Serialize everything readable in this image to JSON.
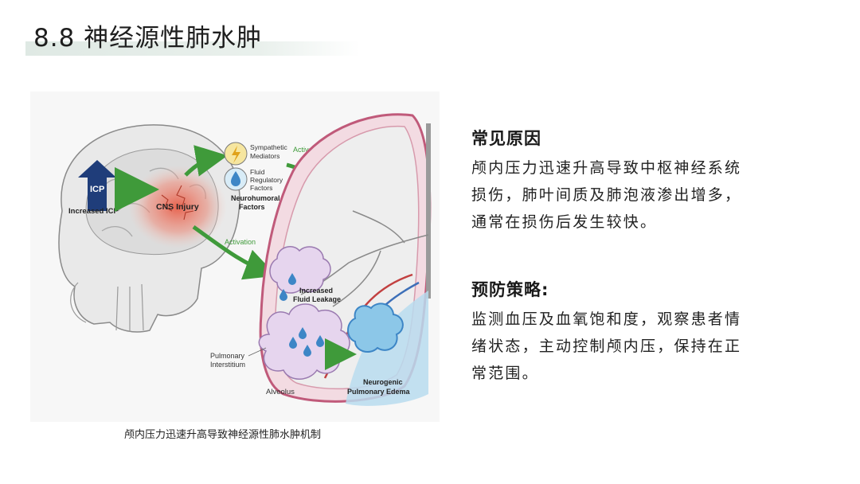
{
  "slide": {
    "title": "8.8 神经源性肺水肿"
  },
  "figure": {
    "caption": "颅内压力迅速升高导致神经源性肺水肿机制",
    "labels": {
      "icp_arrow": "ICP",
      "increased_icp": "Increased ICP",
      "cns_injury": "CNS Injury",
      "activation_top": "Activation",
      "activation_mid": "Activation",
      "sympathetic_line1": "Sympathetic",
      "sympathetic_line2": "Mediators",
      "fluid_line1": "Fluid",
      "fluid_line2": "Regulatory",
      "fluid_line3": "Factors",
      "neurohumoral_line1": "Neurohumoral",
      "neurohumoral_line2": "Factors",
      "leak_line1": "Increased",
      "leak_line2": "Fluid Leakage",
      "interstitium_line1": "Pulmonary",
      "interstitium_line2": "Interstitium",
      "alveolus": "Alveolus",
      "edema_line1": "Neurogenic",
      "edema_line2": "Pulmonary Edema"
    },
    "colors": {
      "icp_arrow": "#1f3d7a",
      "cns_glow": "#f08a78",
      "activation_arrow": "#3f9a3a",
      "lung_outline": "#c05a7a",
      "edema_fill": "#8cc7e8"
    }
  },
  "sections": [
    {
      "heading": "常见原因",
      "lines": [
        "颅内压力迅速升高导致中枢神经系统",
        "损伤，肺叶间质及肺泡液渗出增多，",
        "通常在损伤后发生较快。"
      ]
    },
    {
      "heading": "预防策略:",
      "lines": [
        "监测血压及血氧饱和度，观察患者情",
        "绪状态，主动控制颅内压，保持在正",
        "常范围。"
      ]
    }
  ]
}
